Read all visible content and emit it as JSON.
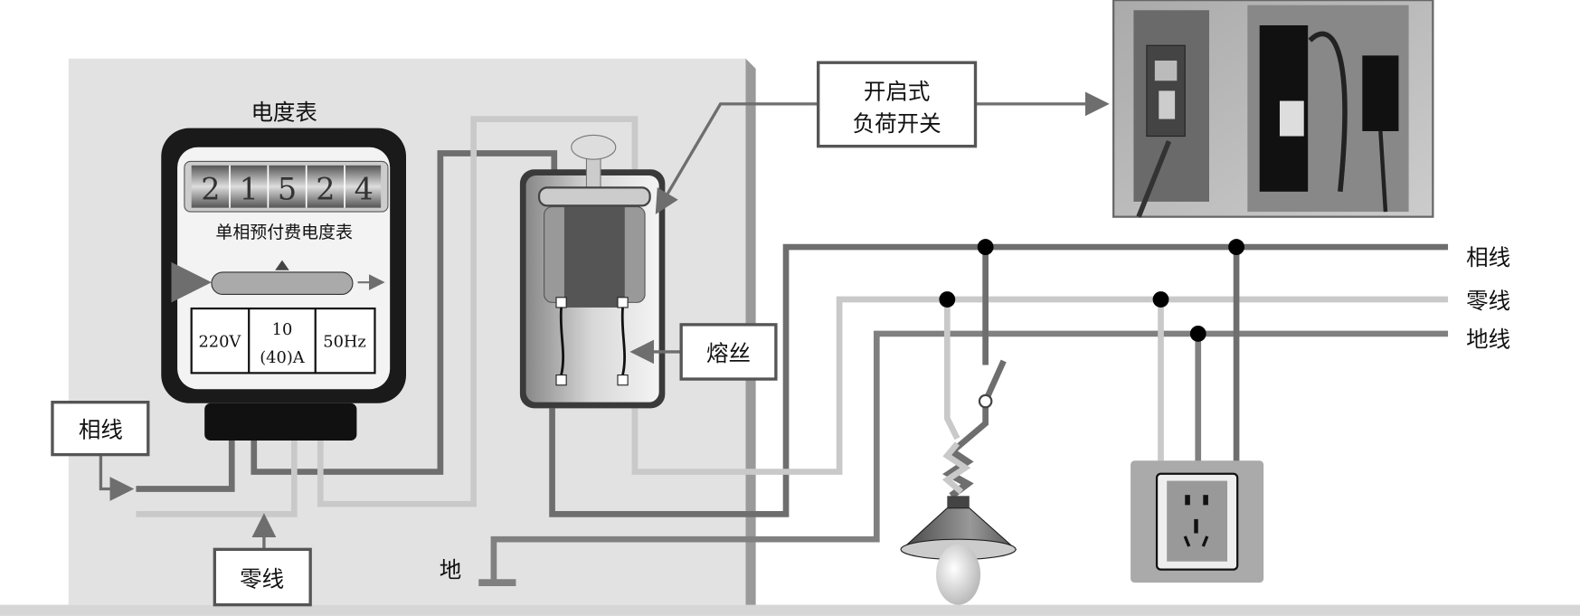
{
  "meter": {
    "title": "电度表",
    "digits": [
      "2",
      "1",
      "5",
      "2",
      "4"
    ],
    "name": "单相预付费电度表",
    "voltage": "220V",
    "current_top": "10",
    "current_bottom": "(40)A",
    "frequency": "50Hz"
  },
  "labels": {
    "switch_line1": "开启式",
    "switch_line2": "负荷开关",
    "fuse": "熔丝",
    "phase_in": "相线",
    "neutral_in": "零线",
    "earth": "地",
    "bus_phase": "相线",
    "bus_neutral": "零线",
    "bus_ground": "地线"
  },
  "colors": {
    "phase_wire": "#6e6e6e",
    "neutral_wire": "#c9c9c9",
    "ground_wire": "#808080",
    "panel": "#e2e2e2"
  }
}
